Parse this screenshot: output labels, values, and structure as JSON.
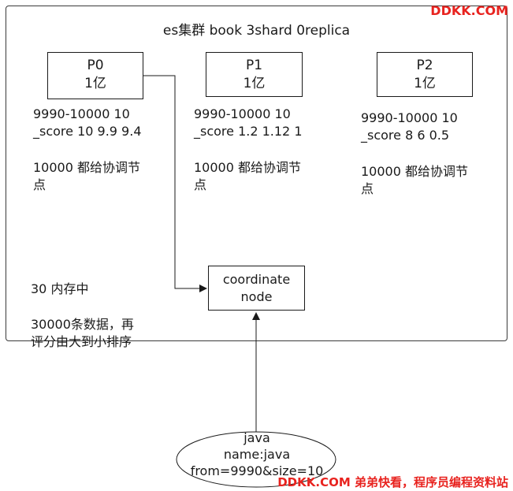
{
  "cluster": {
    "title": "es集群 book 3shard 0replica"
  },
  "shards": [
    {
      "name": "P0",
      "count": "1亿",
      "range": "9990-10000 10",
      "score": "_score 10 9.9 9.4",
      "send_line1": "10000 都给协调节",
      "send_line2": "点"
    },
    {
      "name": "P1",
      "count": "1亿",
      "range": "9990-10000 10",
      "score": "_score 1.2 1.12 1",
      "send_line1": "10000 都给协调节",
      "send_line2": "点"
    },
    {
      "name": "P2",
      "count": "1亿",
      "range": "9990-10000 10",
      "score": "_score 8 6 0.5",
      "send_line1": "10000 都给协调节",
      "send_line2": "点"
    }
  ],
  "coordinate_node": {
    "line1": "coordinate",
    "line2": "node"
  },
  "memory_note": {
    "line1": "30 内存中",
    "line2": "30000条数据，再",
    "line3": "评分由大到小排序"
  },
  "client": {
    "line1": "java",
    "line2": "name:java",
    "line3": "from=9990&size=10"
  },
  "watermarks": {
    "top": "DDKK.COM",
    "bottom": "DDKK.COM 弟弟快看，程序员编程资料站"
  },
  "colors": {
    "watermark": "#e8231f",
    "line": "#1a1a1a"
  }
}
